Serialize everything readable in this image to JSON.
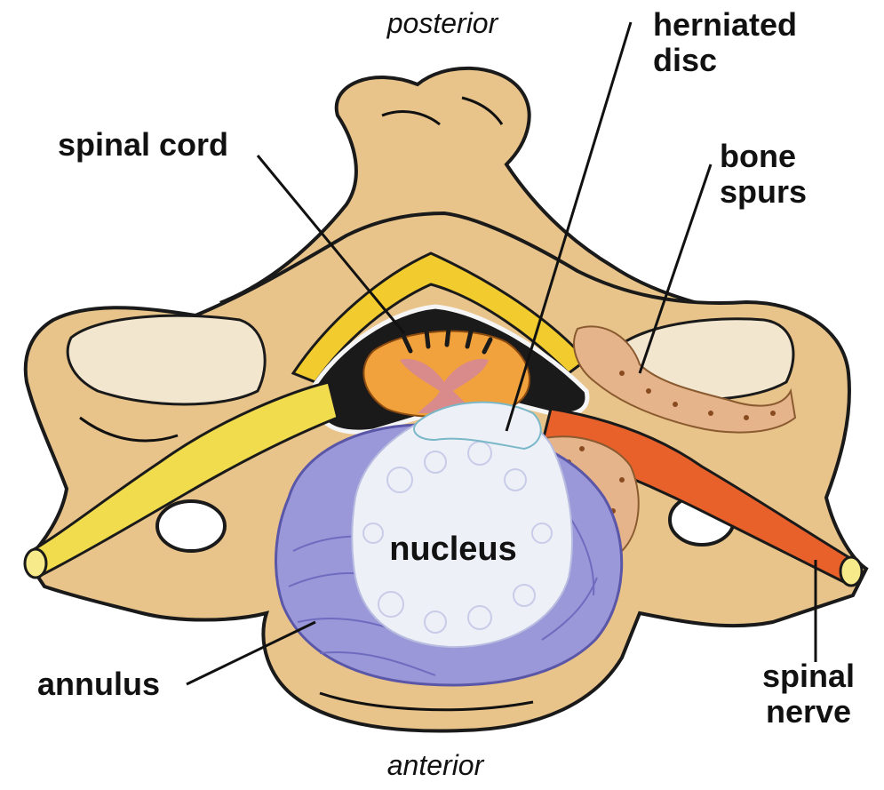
{
  "orientation": {
    "top": "posterior",
    "bottom": "anterior"
  },
  "labels": {
    "herniated_disc": [
      "herniated",
      "disc"
    ],
    "spinal_cord": "spinal cord",
    "bone_spurs": [
      "bone",
      "spurs"
    ],
    "nucleus": "nucleus",
    "annulus": "annulus",
    "spinal_nerve": [
      "spinal",
      "nerve"
    ]
  },
  "colors": {
    "bone": "#e8c48a",
    "bone_outline": "#1a1a1a",
    "bone_shadow": "#c9995a",
    "spinal_cord": "#f2a23c",
    "cord_gray_matter": "#d98a8a",
    "nerve": "#f0dc4c",
    "compressed_nerve": "#e8602a",
    "annulus": "#9a98d8",
    "nucleus": "#eef0f8",
    "bone_spur": "#e6b48a"
  }
}
